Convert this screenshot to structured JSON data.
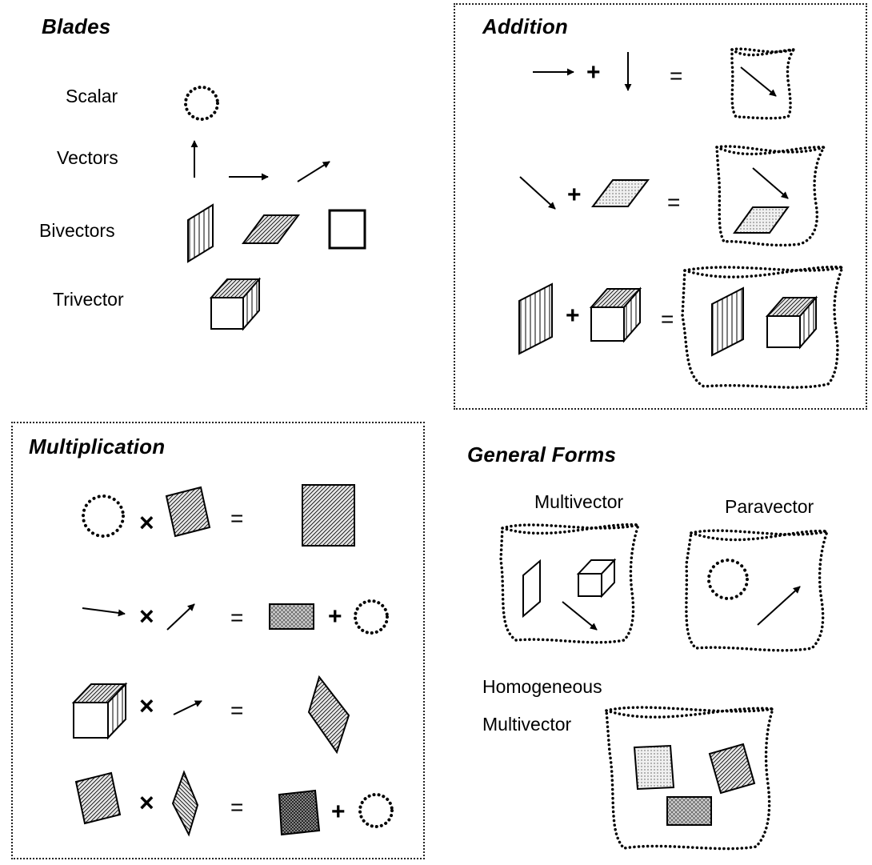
{
  "blades": {
    "title": "Blades",
    "labels": {
      "scalar": "Scalar",
      "vectors": "Vectors",
      "bivectors": "Bivectors",
      "trivector": "Trivector"
    }
  },
  "addition": {
    "title": "Addition"
  },
  "multiplication": {
    "title": "Multiplication"
  },
  "general_forms": {
    "title": "General Forms",
    "labels": {
      "multivector": "Multivector",
      "paravector": "Paravector",
      "homogeneous_line1": "Homogeneous",
      "homogeneous_line2": "Multivector"
    }
  },
  "symbols": {
    "plus": "+",
    "times": "×",
    "equals": "="
  },
  "colors": {
    "ink": "#000000",
    "hatch_fill": "#d9d9d9",
    "dark_fill": "#8c8c8c",
    "dot_fill": "#efefef"
  }
}
